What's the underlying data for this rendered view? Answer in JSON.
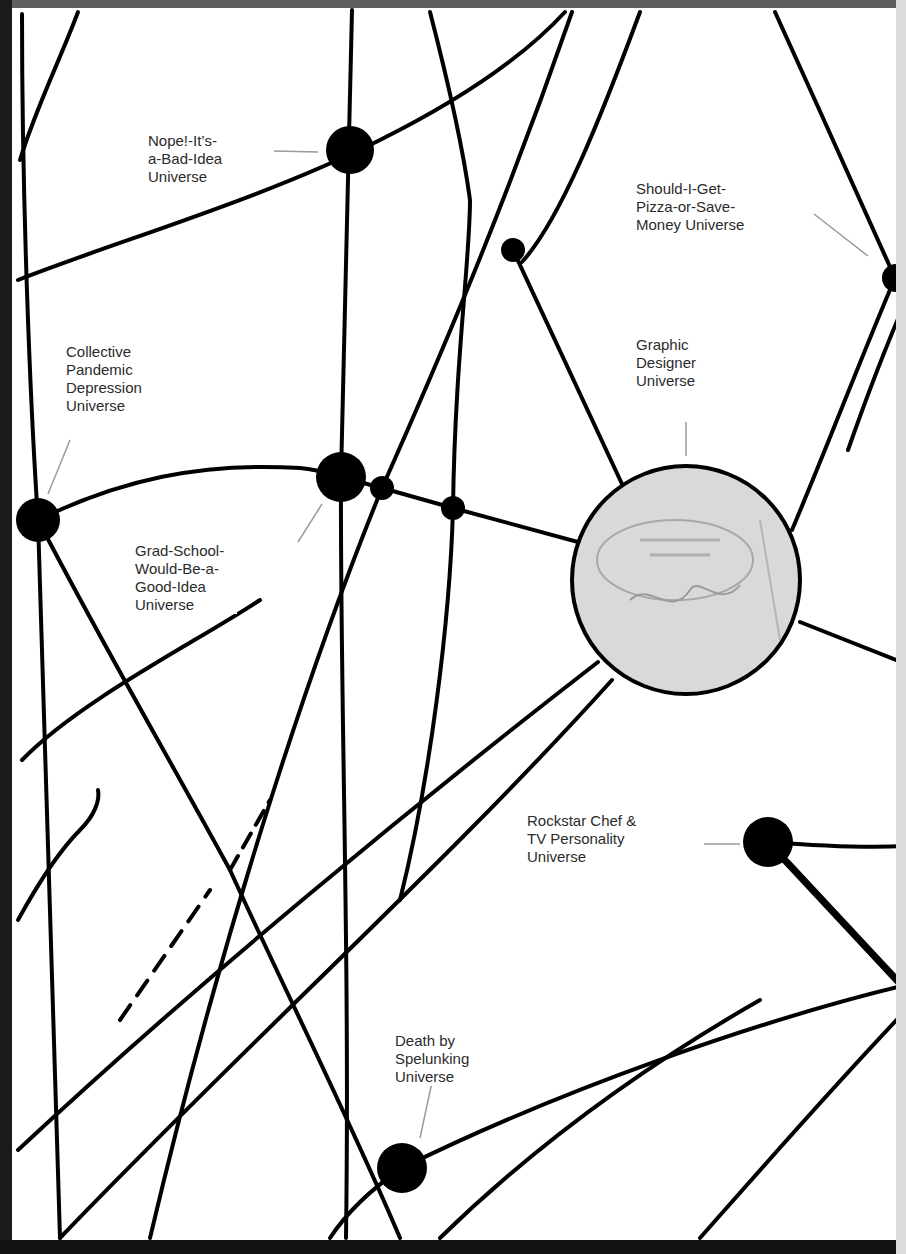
{
  "diagram": {
    "labels": [
      "Nope!-It’s- a-Bad-Idea Universe",
      "Should-I-Get- Pizza-or-Save- Money Universe",
      "Collective Pandemic Depression Universe",
      "Graphic Designer Universe",
      "Grad-School- Would-Be-a- Good-Idea Universe",
      "Rockstar Chef & TV Personality Universe",
      "Death by Spelunking Universe"
    ]
  }
}
